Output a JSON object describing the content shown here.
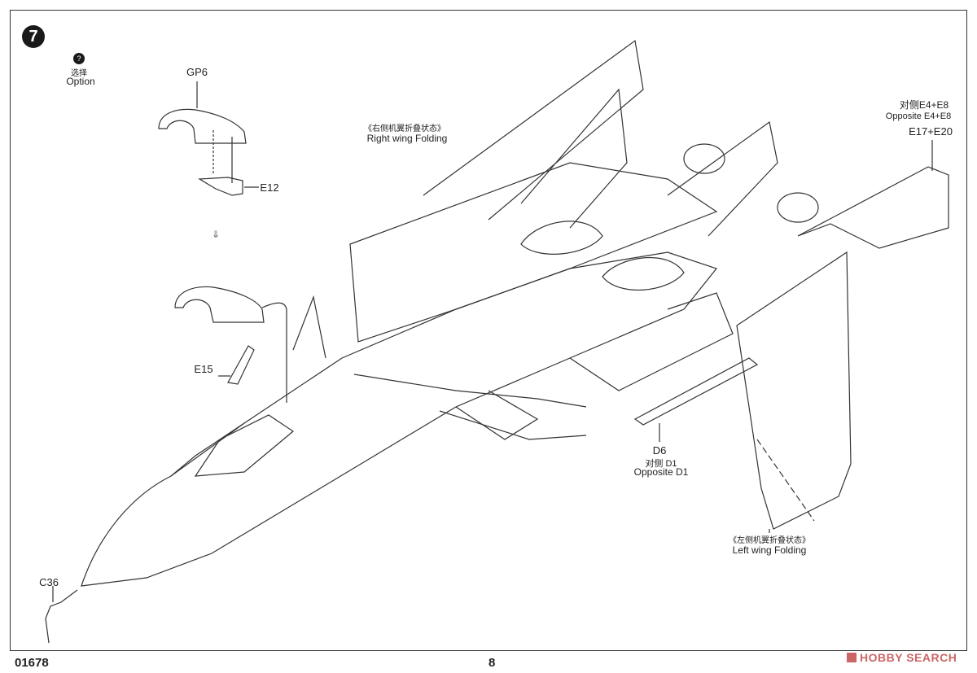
{
  "step": {
    "number": "7"
  },
  "option": {
    "icon": "question-icon",
    "symbol": "?",
    "label_cn": "选择",
    "label_en": "Option"
  },
  "parts": {
    "gp6": "GP6",
    "e12": "E12",
    "e15": "E15",
    "c36": "C36",
    "d6": "D6",
    "d1_cn": "对侧 D1",
    "d1_en": "Opposite D1",
    "e4e8_cn": "对侧E4+E8",
    "e4e8_en": "Opposite E4+E8",
    "e17e20": "E17+E20"
  },
  "notes": {
    "right_wing_cn": "《右侧机翼折叠状态》",
    "right_wing_en": "Right wing Folding",
    "left_wing_cn": "《左侧机翼折叠状态》",
    "left_wing_en": "Left wing Folding"
  },
  "footer": {
    "code": "01678",
    "page": "8",
    "watermark": "HOBBY SEARCH"
  }
}
